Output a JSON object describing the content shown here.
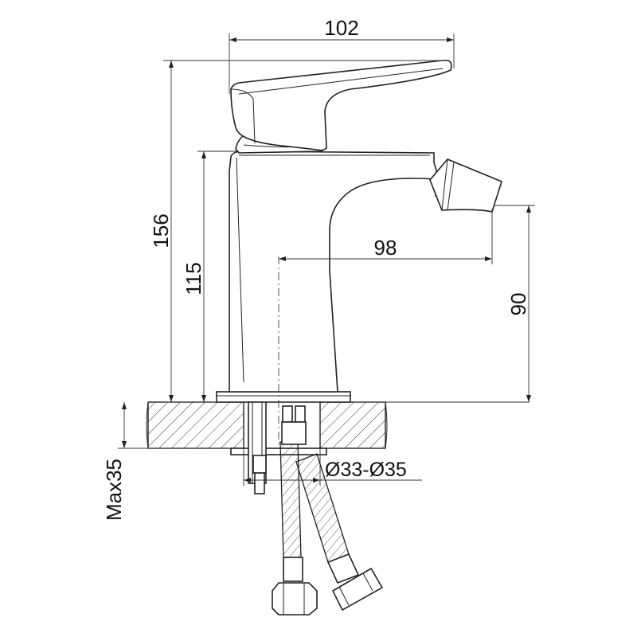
{
  "dimensions": {
    "width_top": "102",
    "total_height": "156",
    "body_height": "115",
    "spout_reach": "98",
    "spout_height": "90",
    "max_thickness": "Max35",
    "hole_diameter": "Ø33-Ø35"
  },
  "colors": {
    "line": "#222222",
    "background": "#ffffff"
  }
}
